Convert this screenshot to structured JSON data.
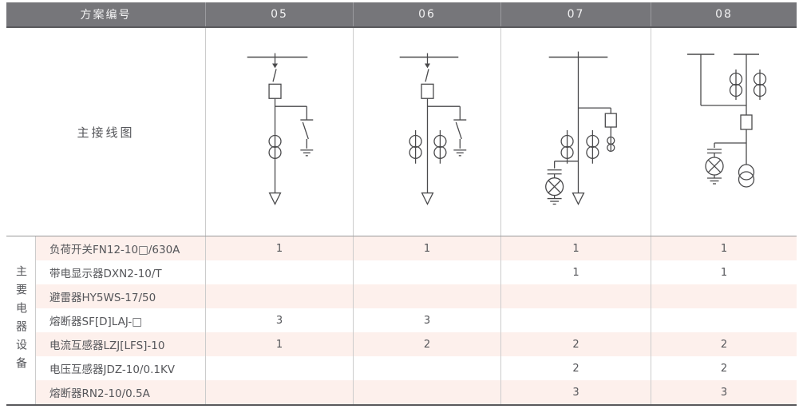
{
  "page": {
    "header": {
      "label": "方案编号",
      "schemes": [
        "05",
        "06",
        "07",
        "08"
      ]
    },
    "diagram_row": {
      "label": "主接线图",
      "diagram_names": [
        "scheme-05-single-line-diagram",
        "scheme-06-single-line-diagram",
        "scheme-07-single-line-diagram",
        "scheme-08-single-line-diagram"
      ]
    },
    "equipment": {
      "group_label": "主要电器设备",
      "rows": [
        {
          "name": "负荷开关FN12-10□/630A",
          "quantities": [
            "1",
            "1",
            "1",
            "1"
          ]
        },
        {
          "name": "带电显示器DXN2-10/T",
          "quantities": [
            "",
            "",
            "1",
            "1"
          ]
        },
        {
          "name": "避雷器HY5WS-17/50",
          "quantities": [
            "",
            "",
            "",
            ""
          ]
        },
        {
          "name": "熔断器SF[D]LAJ-□",
          "quantities": [
            "3",
            "3",
            "",
            ""
          ]
        },
        {
          "name": "电流互感器LZJ[LFS]-10",
          "quantities": [
            "1",
            "2",
            "2",
            "2"
          ]
        },
        {
          "name": "电压互感器JDZ-10/0.1KV",
          "quantities": [
            "",
            "",
            "2",
            "2"
          ]
        },
        {
          "name": "熔断器RN2-10/0.5A",
          "quantities": [
            "",
            "",
            "3",
            "3"
          ]
        }
      ]
    },
    "colors": {
      "header_bg": "#76767a",
      "header_text": "#f2f2f3",
      "row_stripe": "#fdf0ec",
      "dark_border": "#59595c",
      "grid_line": "#cccccc",
      "text": "#55565a",
      "diagram_stroke": "#4a4a4c"
    }
  }
}
